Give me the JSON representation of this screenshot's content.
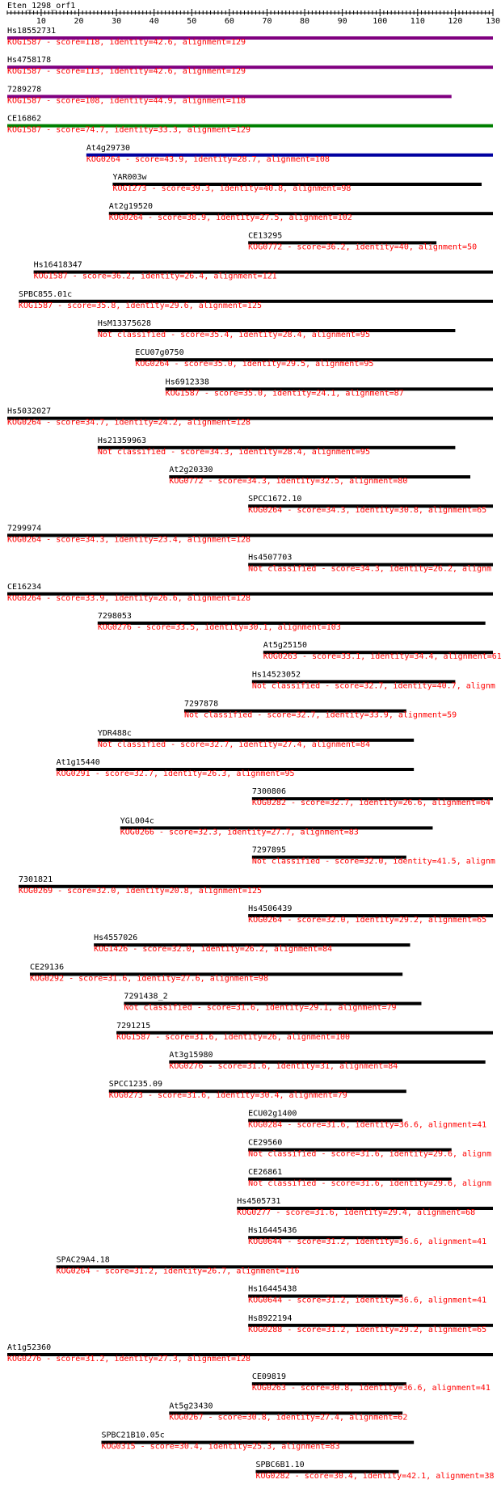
{
  "query": {
    "title": "Eten_1298_orf1",
    "length": 130,
    "tick_labels": [
      "10",
      "20",
      "30",
      "40",
      "50",
      "60",
      "70",
      "80",
      "90",
      "100",
      "110",
      "120",
      "130"
    ]
  },
  "colors": {
    "axis": "#000000",
    "label": "#000000",
    "info": "#ff0000",
    "default_bar": "#000000"
  },
  "hits": [
    {
      "name": "Hs18552731",
      "kog": "KOG1587",
      "score": "118",
      "identity": "42.6",
      "alignment": "129",
      "start": 1,
      "end": 130,
      "color": "#800080"
    },
    {
      "name": "Hs4758178",
      "kog": "KOG1587",
      "score": "113",
      "identity": "42.6",
      "alignment": "129",
      "start": 1,
      "end": 130,
      "color": "#800080"
    },
    {
      "name": "7289278",
      "kog": "KOG1587",
      "score": "108",
      "identity": "44.9",
      "alignment": "118",
      "start": 1,
      "end": 119,
      "color": "#800080"
    },
    {
      "name": "CE16862",
      "kog": "KOG1587",
      "score": "74.7",
      "identity": "33.3",
      "alignment": "129",
      "start": 1,
      "end": 130,
      "color": "#008000"
    },
    {
      "name": "At4g29730",
      "kog": "KOG0264",
      "score": "43.9",
      "identity": "28.7",
      "alignment": "108",
      "start": 22,
      "end": 130,
      "color": "#0000a0"
    },
    {
      "name": "YAR003w",
      "kog": "KOG1273",
      "score": "39.3",
      "identity": "40.8",
      "alignment": "98",
      "start": 29,
      "end": 127,
      "color": "#000000"
    },
    {
      "name": "At2g19520",
      "kog": "KOG0264",
      "score": "38.9",
      "identity": "27.5",
      "alignment": "102",
      "start": 28,
      "end": 130,
      "color": "#000000"
    },
    {
      "name": "CE13295",
      "kog": "KOG0772",
      "score": "36.2",
      "identity": "40",
      "alignment": "50",
      "start": 65,
      "end": 115,
      "color": "#000000"
    },
    {
      "name": "Hs16418347",
      "kog": "KOG1587",
      "score": "36.2",
      "identity": "26.4",
      "alignment": "121",
      "start": 8,
      "end": 130,
      "color": "#000000"
    },
    {
      "name": "SPBC855.01c",
      "kog": "KOG1587",
      "score": "35.8",
      "identity": "29.6",
      "alignment": "125",
      "start": 4,
      "end": 130,
      "color": "#000000"
    },
    {
      "name": "HsM13375628",
      "kog": "Not classified",
      "score": "35.4",
      "identity": "28.4",
      "alignment": "95",
      "start": 25,
      "end": 120,
      "color": "#000000"
    },
    {
      "name": "ECU07g0750",
      "kog": "KOG0264",
      "score": "35.0",
      "identity": "29.5",
      "alignment": "95",
      "start": 35,
      "end": 130,
      "color": "#000000"
    },
    {
      "name": "Hs6912338",
      "kog": "KOG1587",
      "score": "35.0",
      "identity": "24.1",
      "alignment": "87",
      "start": 43,
      "end": 130,
      "color": "#000000"
    },
    {
      "name": "Hs5032027",
      "kog": "KOG0264",
      "score": "34.7",
      "identity": "24.2",
      "alignment": "128",
      "start": 1,
      "end": 130,
      "color": "#000000"
    },
    {
      "name": "Hs21359963",
      "kog": "Not classified",
      "score": "34.3",
      "identity": "28.4",
      "alignment": "95",
      "start": 25,
      "end": 120,
      "color": "#000000"
    },
    {
      "name": "At2g20330",
      "kog": "KOG0772",
      "score": "34.3",
      "identity": "32.5",
      "alignment": "80",
      "start": 44,
      "end": 124,
      "color": "#000000"
    },
    {
      "name": "SPCC1672.10",
      "kog": "KOG0264",
      "score": "34.3",
      "identity": "30.8",
      "alignment": "65",
      "start": 65,
      "end": 130,
      "color": "#000000"
    },
    {
      "name": "7299974",
      "kog": "KOG0264",
      "score": "34.3",
      "identity": "23.4",
      "alignment": "128",
      "start": 1,
      "end": 130,
      "color": "#000000"
    },
    {
      "name": "Hs4507703",
      "kog": "Not classified",
      "score": "34.3",
      "identity": "26.2",
      "alignment": "",
      "start": 65,
      "end": 130,
      "color": "#000000"
    },
    {
      "name": "CE16234",
      "kog": "KOG0264",
      "score": "33.9",
      "identity": "26.6",
      "alignment": "128",
      "start": 1,
      "end": 130,
      "color": "#000000"
    },
    {
      "name": "7298053",
      "kog": "KOG0276",
      "score": "33.5",
      "identity": "30.1",
      "alignment": "103",
      "start": 25,
      "end": 128,
      "color": "#000000"
    },
    {
      "name": "At5g25150",
      "kog": "KOG0263",
      "score": "33.1",
      "identity": "34.4",
      "alignment": "61",
      "start": 69,
      "end": 130,
      "color": "#000000"
    },
    {
      "name": "Hs14523052",
      "kog": "Not classified",
      "score": "32.7",
      "identity": "40.7",
      "alignment": "",
      "start": 66,
      "end": 120,
      "color": "#000000"
    },
    {
      "name": "7297878",
      "kog": "Not classified",
      "score": "32.7",
      "identity": "33.9",
      "alignment": "59",
      "start": 48,
      "end": 107,
      "color": "#000000"
    },
    {
      "name": "YDR488c",
      "kog": "Not classified",
      "score": "32.7",
      "identity": "27.4",
      "alignment": "84",
      "start": 25,
      "end": 109,
      "color": "#000000"
    },
    {
      "name": "At1g15440",
      "kog": "KOG0291",
      "score": "32.7",
      "identity": "26.3",
      "alignment": "95",
      "start": 14,
      "end": 109,
      "color": "#000000"
    },
    {
      "name": "7300806",
      "kog": "KOG0282",
      "score": "32.7",
      "identity": "26.6",
      "alignment": "64",
      "start": 66,
      "end": 130,
      "color": "#000000"
    },
    {
      "name": "YGL004c",
      "kog": "KOG0266",
      "score": "32.3",
      "identity": "27.7",
      "alignment": "83",
      "start": 31,
      "end": 114,
      "color": "#000000"
    },
    {
      "name": "7297895",
      "kog": "Not classified",
      "score": "32.0",
      "identity": "41.5",
      "alignment": "",
      "start": 66,
      "end": 107,
      "color": "#000000"
    },
    {
      "name": "7301821",
      "kog": "KOG0269",
      "score": "32.0",
      "identity": "20.8",
      "alignment": "125",
      "start": 4,
      "end": 130,
      "color": "#000000"
    },
    {
      "name": "Hs4506439",
      "kog": "KOG0264",
      "score": "32.0",
      "identity": "29.2",
      "alignment": "65",
      "start": 65,
      "end": 130,
      "color": "#000000"
    },
    {
      "name": "Hs4557026",
      "kog": "KOG1426",
      "score": "32.0",
      "identity": "26.2",
      "alignment": "84",
      "start": 24,
      "end": 108,
      "color": "#000000"
    },
    {
      "name": "CE29136",
      "kog": "KOG0292",
      "score": "31.6",
      "identity": "27.6",
      "alignment": "98",
      "start": 7,
      "end": 106,
      "color": "#000000"
    },
    {
      "name": "7291438_2",
      "kog": "Not classified",
      "score": "31.6",
      "identity": "29.1",
      "alignment": "79",
      "start": 32,
      "end": 111,
      "color": "#000000"
    },
    {
      "name": "7291215",
      "kog": "KOG1587",
      "score": "31.6",
      "identity": "26",
      "alignment": "100",
      "start": 30,
      "end": 130,
      "color": "#000000"
    },
    {
      "name": "At3g15980",
      "kog": "KOG0276",
      "score": "31.6",
      "identity": "31",
      "alignment": "84",
      "start": 44,
      "end": 128,
      "color": "#000000"
    },
    {
      "name": "SPCC1235.09",
      "kog": "KOG0273",
      "score": "31.6",
      "identity": "30.4",
      "alignment": "79",
      "start": 28,
      "end": 107,
      "color": "#000000"
    },
    {
      "name": "ECU02g1400",
      "kog": "KOG0284",
      "score": "31.6",
      "identity": "36.6",
      "alignment": "41",
      "start": 65,
      "end": 106,
      "color": "#000000"
    },
    {
      "name": "CE29560",
      "kog": "Not classified",
      "score": "31.6",
      "identity": "29.6",
      "alignment": "",
      "start": 65,
      "end": 119,
      "color": "#000000"
    },
    {
      "name": "CE26861",
      "kog": "Not classified",
      "score": "31.6",
      "identity": "29.6",
      "alignment": "",
      "start": 65,
      "end": 119,
      "color": "#000000"
    },
    {
      "name": "Hs4505731",
      "kog": "KOG0277",
      "score": "31.6",
      "identity": "29.4",
      "alignment": "68",
      "start": 62,
      "end": 130,
      "color": "#000000"
    },
    {
      "name": "Hs16445436",
      "kog": "KOG0644",
      "score": "31.2",
      "identity": "36.6",
      "alignment": "41",
      "start": 65,
      "end": 106,
      "color": "#000000"
    },
    {
      "name": "SPAC29A4.18",
      "kog": "KOG0264",
      "score": "31.2",
      "identity": "26.7",
      "alignment": "116",
      "start": 14,
      "end": 130,
      "color": "#000000"
    },
    {
      "name": "Hs16445438",
      "kog": "KOG0644",
      "score": "31.2",
      "identity": "36.6",
      "alignment": "41",
      "start": 65,
      "end": 106,
      "color": "#000000"
    },
    {
      "name": "Hs8922194",
      "kog": "KOG0288",
      "score": "31.2",
      "identity": "29.2",
      "alignment": "65",
      "start": 65,
      "end": 130,
      "color": "#000000"
    },
    {
      "name": "At1g52360",
      "kog": "KOG0276",
      "score": "31.2",
      "identity": "27.3",
      "alignment": "128",
      "start": 1,
      "end": 130,
      "color": "#000000"
    },
    {
      "name": "CE09819",
      "kog": "KOG0263",
      "score": "30.8",
      "identity": "36.6",
      "alignment": "41",
      "start": 66,
      "end": 107,
      "color": "#000000"
    },
    {
      "name": "At5g23430",
      "kog": "KOG0267",
      "score": "30.8",
      "identity": "27.4",
      "alignment": "62",
      "start": 44,
      "end": 106,
      "color": "#000000"
    },
    {
      "name": "SPBC21B10.05c",
      "kog": "KOG0315",
      "score": "30.4",
      "identity": "25.3",
      "alignment": "83",
      "start": 26,
      "end": 109,
      "color": "#000000"
    },
    {
      "name": "SPBC6B1.10",
      "kog": "KOG0282",
      "score": "30.4",
      "identity": "42.1",
      "alignment": "38",
      "start": 67,
      "end": 105,
      "color": "#000000"
    }
  ]
}
